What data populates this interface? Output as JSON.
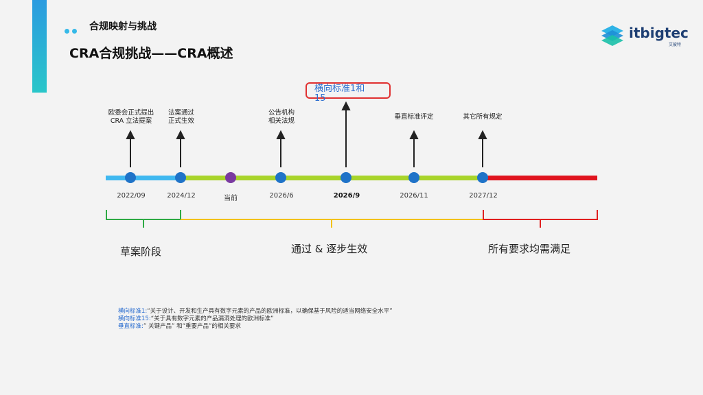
{
  "header": {
    "section_label": "合规映射与挑战",
    "page_title": "CRA合规挑战——CRA概述"
  },
  "logo": {
    "text": "itbigtec",
    "sub": "艾彼特"
  },
  "timeline": {
    "events": [
      {
        "label_lines": [
          "欧委会正式提出",
          "CRA 立法提案"
        ]
      },
      {
        "label_lines": [
          "法案通过",
          "正式生效"
        ]
      },
      {
        "label_lines": [
          "公告机构",
          "相关法规"
        ]
      },
      {
        "label_lines": [
          "横向标准1和",
          "15"
        ]
      },
      {
        "label_lines": [
          "垂直标准评定"
        ]
      },
      {
        "label_lines": [
          "其它所有规定"
        ]
      }
    ],
    "dates": [
      "2022/09",
      "2024/12",
      "当前",
      "2026/6",
      "2026/9",
      "2026/11",
      "2027/12"
    ],
    "colors": {
      "past": "#3fb8f0",
      "middle": "#a8d42a",
      "future": "#e0141e",
      "node": "#1f73c8",
      "current_node": "#7a3aa0"
    }
  },
  "phases": [
    {
      "label": "草案阶段",
      "color": "#2eaa44"
    },
    {
      "label": "通过 & 逐步生效",
      "color": "#f2c21a"
    },
    {
      "label": "所有要求均需满足",
      "color": "#e02020"
    }
  ],
  "notes": [
    {
      "key": "横向标准1:",
      "value": "“关于设计、开发和生产具有数字元素的产品的欧洲标准，以确保基于风险的适当网络安全水平”"
    },
    {
      "key": "横向标准15:",
      "value": "“关于具有数字元素的产品漏洞处理的欧洲标准”"
    },
    {
      "key": "垂直标准:",
      "value": "” 关键产品” 和“重要产品”的相关要求"
    }
  ]
}
